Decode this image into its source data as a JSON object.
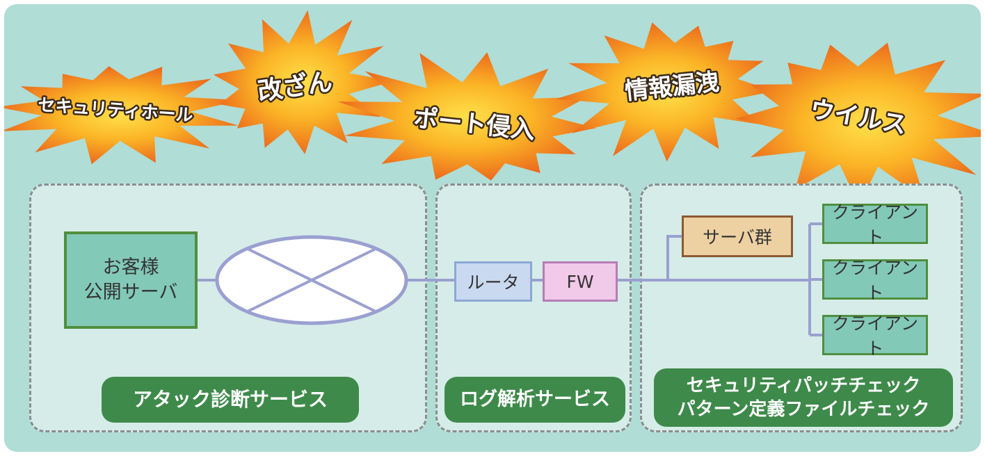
{
  "threats": [
    {
      "label": "セキュリティホール"
    },
    {
      "label": "改ざん"
    },
    {
      "label": "ポート侵入"
    },
    {
      "label": "情報漏洩"
    },
    {
      "label": "ウイルス"
    }
  ],
  "nodes": {
    "server_line1": "お客様",
    "server_line2": "公開サーバ",
    "router": "ルータ",
    "firewall": "FW",
    "server_group": "サーバ群",
    "clients": [
      "クライアント",
      "クライアント",
      "クライアント"
    ]
  },
  "services": {
    "attack": "アタック診断サービス",
    "log": "ログ解析サービス",
    "patch_line1": "セキュリティパッチチェック",
    "patch_line2": "パターン定義ファイルチェック"
  },
  "colors": {
    "background": "#b0ddd6",
    "zone_fill": "#d6ece8",
    "pill": "#3e8a4a",
    "connector": "#9aa0d0",
    "burst_outer": "#ea6a1e",
    "burst_inner": "#ffd23a"
  }
}
